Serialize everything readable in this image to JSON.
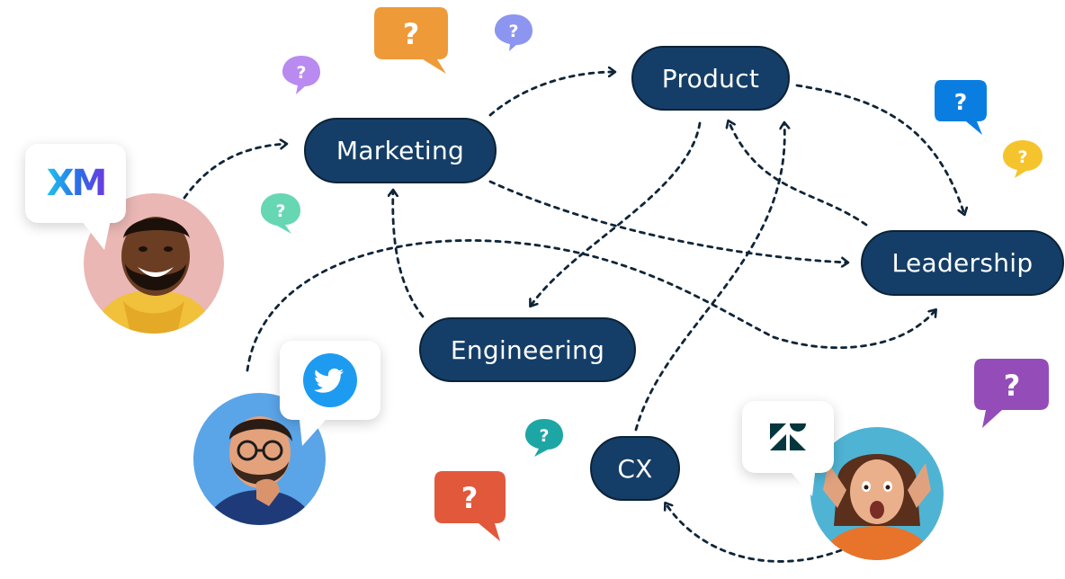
{
  "nodes": {
    "marketing": "Marketing",
    "product": "Product",
    "leadership": "Leadership",
    "engineering": "Engineering",
    "cx": "CX"
  },
  "badges": {
    "xm": "XM",
    "question_mark": "?"
  },
  "icons": {
    "xm_logo": "xm-logo-icon",
    "twitter": "twitter-bird-icon",
    "zendesk": "zendesk-logo-icon"
  },
  "colors": {
    "node_fill": "#143e67",
    "node_text": "#ffffff",
    "arrow": "#0f2538",
    "q_orange": "#ee9a38",
    "q_lilac": "#8c95ef",
    "q_violet": "#b98af0",
    "q_mint": "#66d6b3",
    "q_blue": "#0a7ee0",
    "q_yellow": "#f5c42c",
    "q_purple": "#944db8",
    "q_teal": "#1ea6a4",
    "q_red": "#e2583b",
    "twitter": "#1d9bf0",
    "zendesk": "#03363d"
  }
}
